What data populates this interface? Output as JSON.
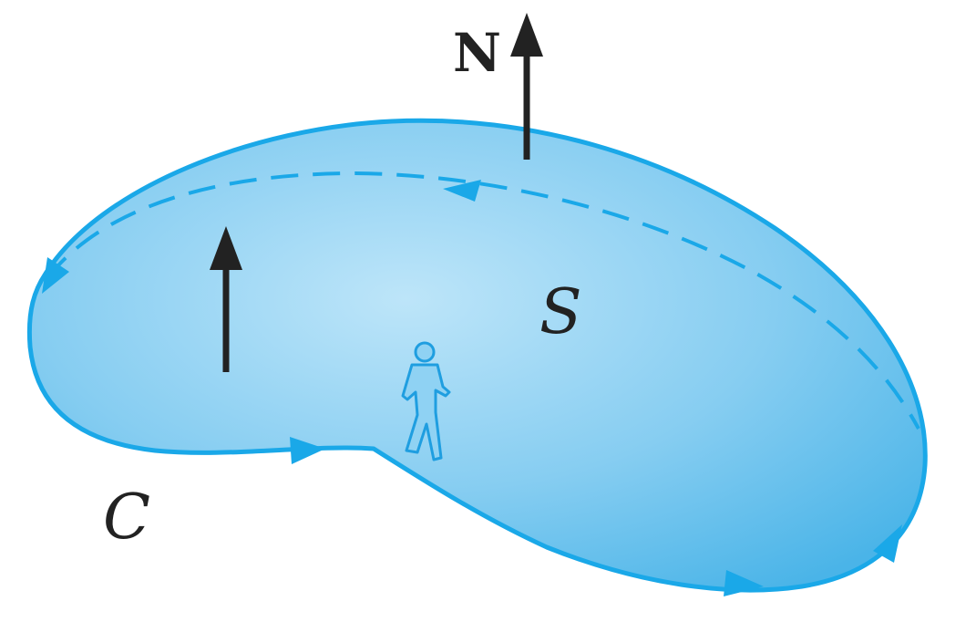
{
  "labels": {
    "normal_vector": "N",
    "surface": "S",
    "curve": "C"
  },
  "colors": {
    "surface_fill_light": "#b9e3f8",
    "surface_fill_dark": "#4fb8ea",
    "boundary": "#1aa8e8",
    "arrow": "#222222",
    "figure": "#1f9ee0"
  },
  "icons": {
    "walker": "person-walking-icon"
  }
}
